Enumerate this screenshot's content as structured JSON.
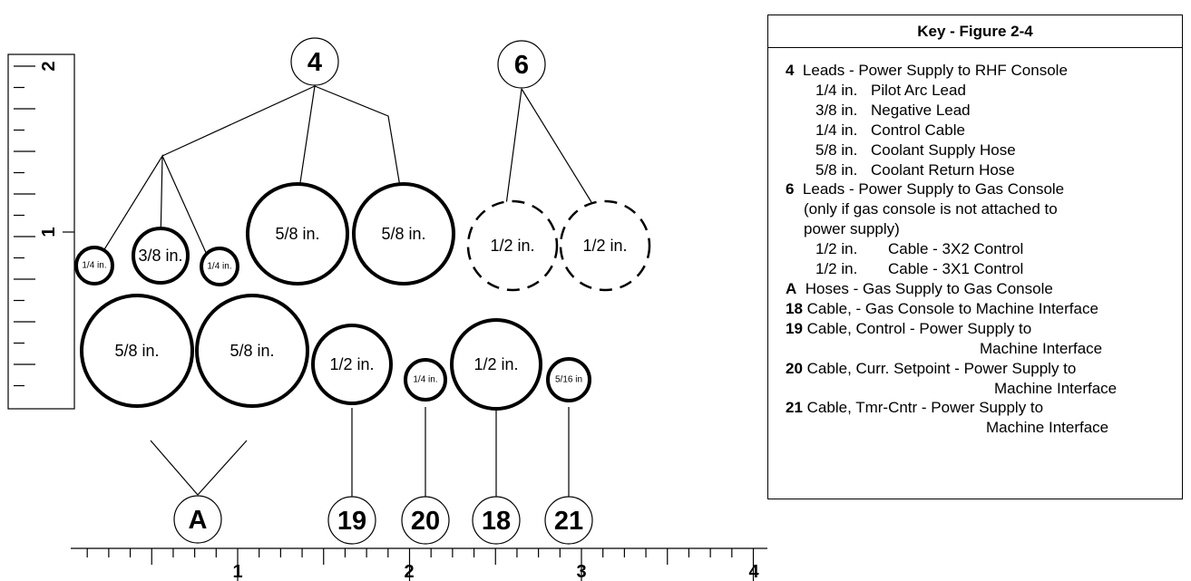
{
  "figure": {
    "circles": [
      {
        "label": "1/4 in.",
        "font": 10,
        "stroke": 4
      },
      {
        "label": "3/8 in.",
        "font": 18,
        "stroke": 4
      },
      {
        "label": "1/4 in.",
        "font": 10,
        "stroke": 4
      },
      {
        "label": "5/8 in.",
        "font": 18,
        "stroke": 4
      },
      {
        "label": "5/8 in.",
        "font": 18,
        "stroke": 4
      },
      {
        "label": "1/2 in.",
        "font": 18,
        "stroke": 2,
        "dashed": true
      },
      {
        "label": "1/2 in.",
        "font": 18,
        "stroke": 2,
        "dashed": true
      },
      {
        "label": "5/8 in.",
        "font": 18,
        "stroke": 4
      },
      {
        "label": "5/8 in.",
        "font": 18,
        "stroke": 4
      },
      {
        "label": "1/2 in.",
        "font": 18,
        "stroke": 4
      },
      {
        "label": "1/4 in.",
        "font": 10,
        "stroke": 4
      },
      {
        "label": "1/2 in.",
        "font": 18,
        "stroke": 4
      },
      {
        "label": "5/16 in",
        "font": 10,
        "stroke": 4
      }
    ],
    "callouts": [
      "4",
      "6",
      "A",
      "19",
      "20",
      "18",
      "21"
    ],
    "h_ruler_numbers": [
      "1",
      "2",
      "3",
      "4"
    ],
    "v_ruler_numbers": [
      "2",
      "1"
    ]
  },
  "key": {
    "title": "Key - Figure 2-4",
    "lead4_num": "4",
    "lead4_text": "Leads - Power Supply to RHF Console",
    "lead4_items": [
      {
        "size": "1/4 in.",
        "desc": "Pilot Arc Lead"
      },
      {
        "size": "3/8 in.",
        "desc": "Negative Lead"
      },
      {
        "size": "1/4 in.",
        "desc": "Control Cable"
      },
      {
        "size": "5/8 in.",
        "desc": "Coolant Supply Hose"
      },
      {
        "size": "5/8 in.",
        "desc": "Coolant Return Hose"
      }
    ],
    "lead6_num": "6",
    "lead6_text": "Leads - Power Supply to Gas Console",
    "lead6_note1": "(only if gas console is not attached to",
    "lead6_note2": "power supply)",
    "lead6_items": [
      {
        "size": "1/2 in.",
        "desc": "Cable - 3X2 Control"
      },
      {
        "size": "1/2 in.",
        "desc": "Cable - 3X1 Control"
      }
    ],
    "a_num": "A",
    "a_text": "Hoses - Gas Supply to Gas Console",
    "n18_num": "18",
    "n18_text": "Cable, - Gas Console to Machine Interface",
    "n19_num": "19",
    "n19_text": "Cable, Control -  Power Supply to",
    "n19_tail": "Machine Interface",
    "n20_num": "20",
    "n20_text": "Cable, Curr. Setpoint - Power Supply to",
    "n20_tail": "Machine Interface",
    "n21_num": "21",
    "n21_text": "Cable, Tmr-Cntr - Power Supply to",
    "n21_tail": "Machine Interface"
  }
}
